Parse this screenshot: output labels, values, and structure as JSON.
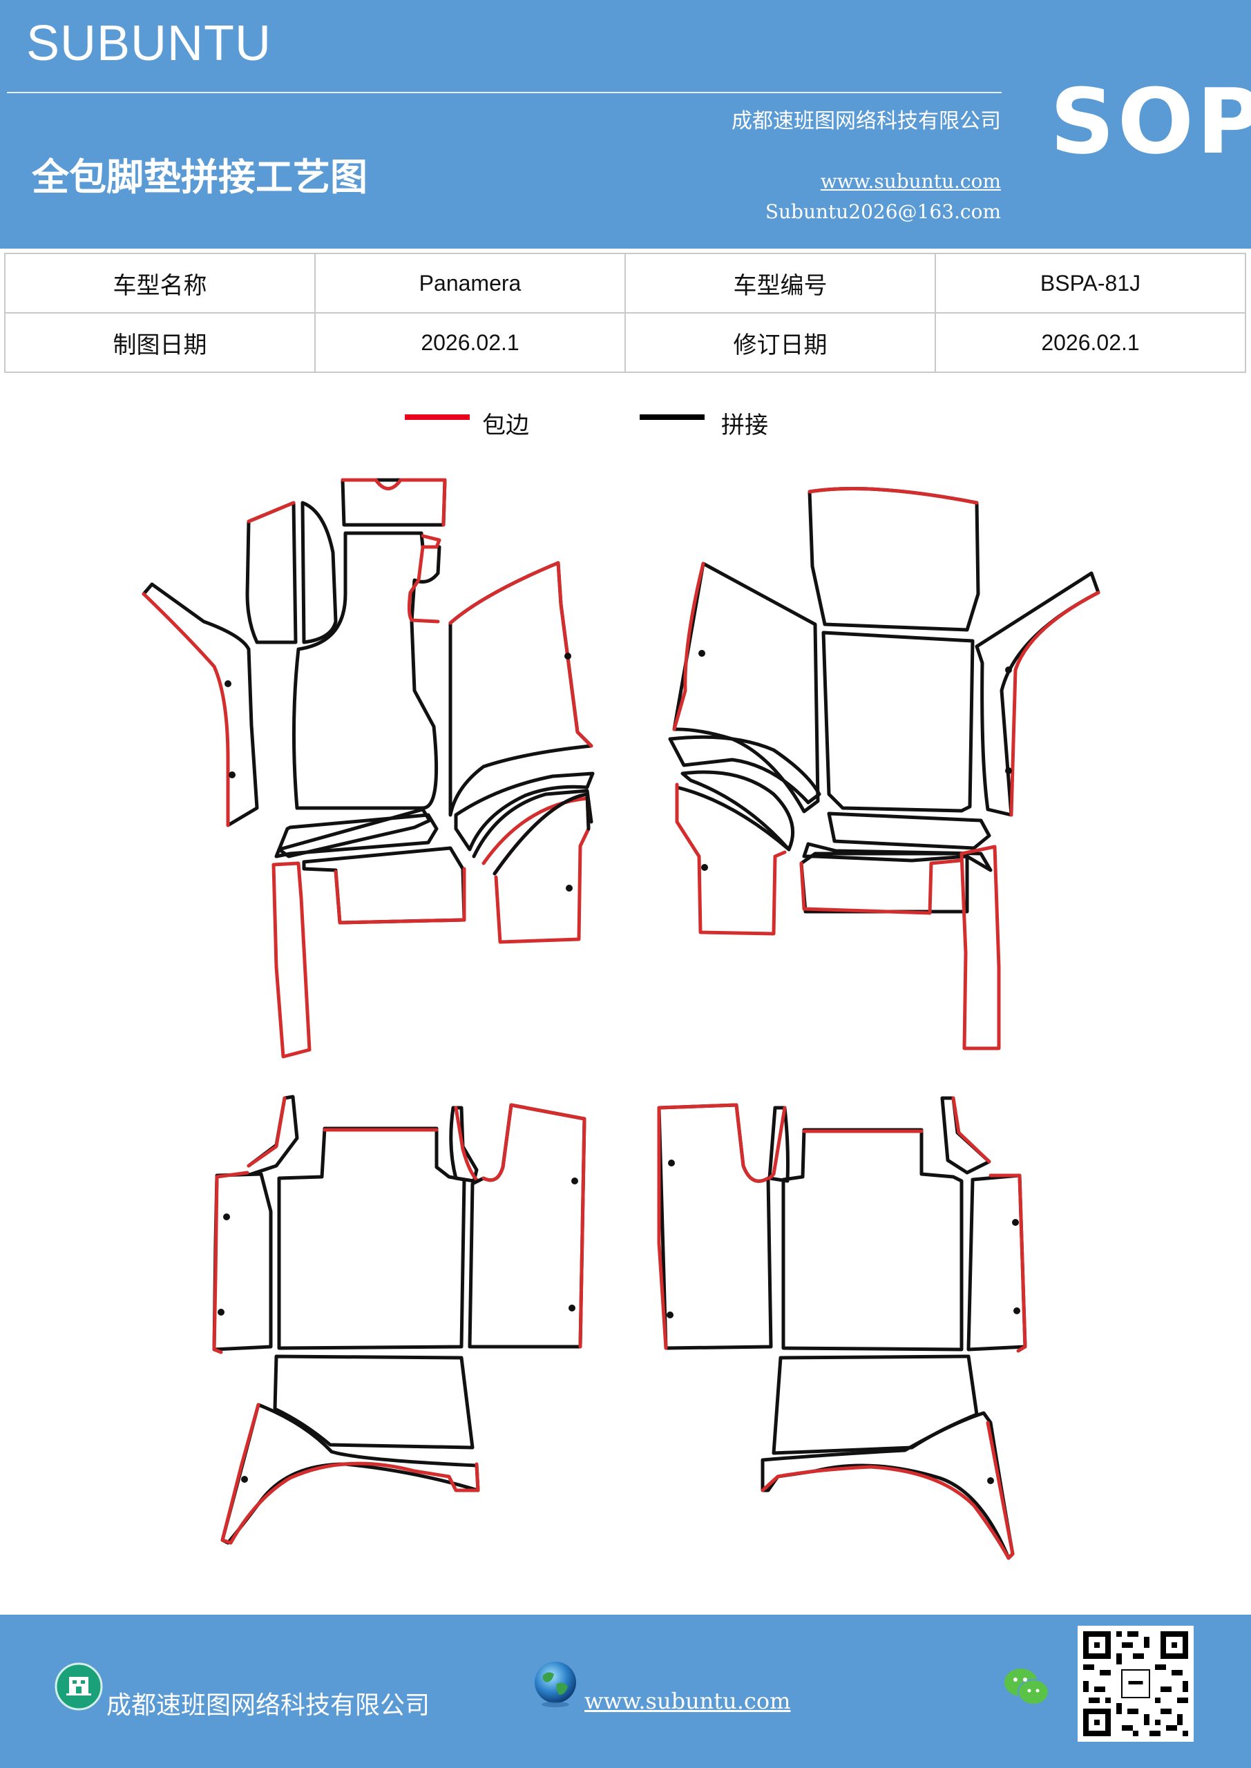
{
  "header": {
    "brand": "SUBUNTU",
    "title": "全包脚垫拼接工艺图",
    "company": "成都速班图网络科技有限公司",
    "url": "www.subuntu.com",
    "email": "Subuntu2026@163.com",
    "doc_type": "SOP"
  },
  "info": {
    "model_name_label": "车型名称",
    "model_name": "Panamera",
    "model_code_label": "车型编号",
    "model_code": "BSPA-81J",
    "draw_date_label": "制图日期",
    "draw_date": "2026.02.1",
    "revise_date_label": "修订日期",
    "revise_date": "2026.02.1"
  },
  "legend": {
    "edge_label": "包边",
    "edge_color": "#e8001c",
    "joint_label": "拼接",
    "joint_color": "#000000"
  },
  "colors": {
    "brand_blue": "#5b9bd5",
    "edge_red": "#d42d2d",
    "joint_black": "#111111"
  },
  "footer": {
    "company": "成都速班图网络科技有限公司",
    "url": "www.subuntu.com",
    "icons": [
      "building-icon",
      "globe-icon",
      "wechat-icon",
      "qr-code"
    ]
  }
}
